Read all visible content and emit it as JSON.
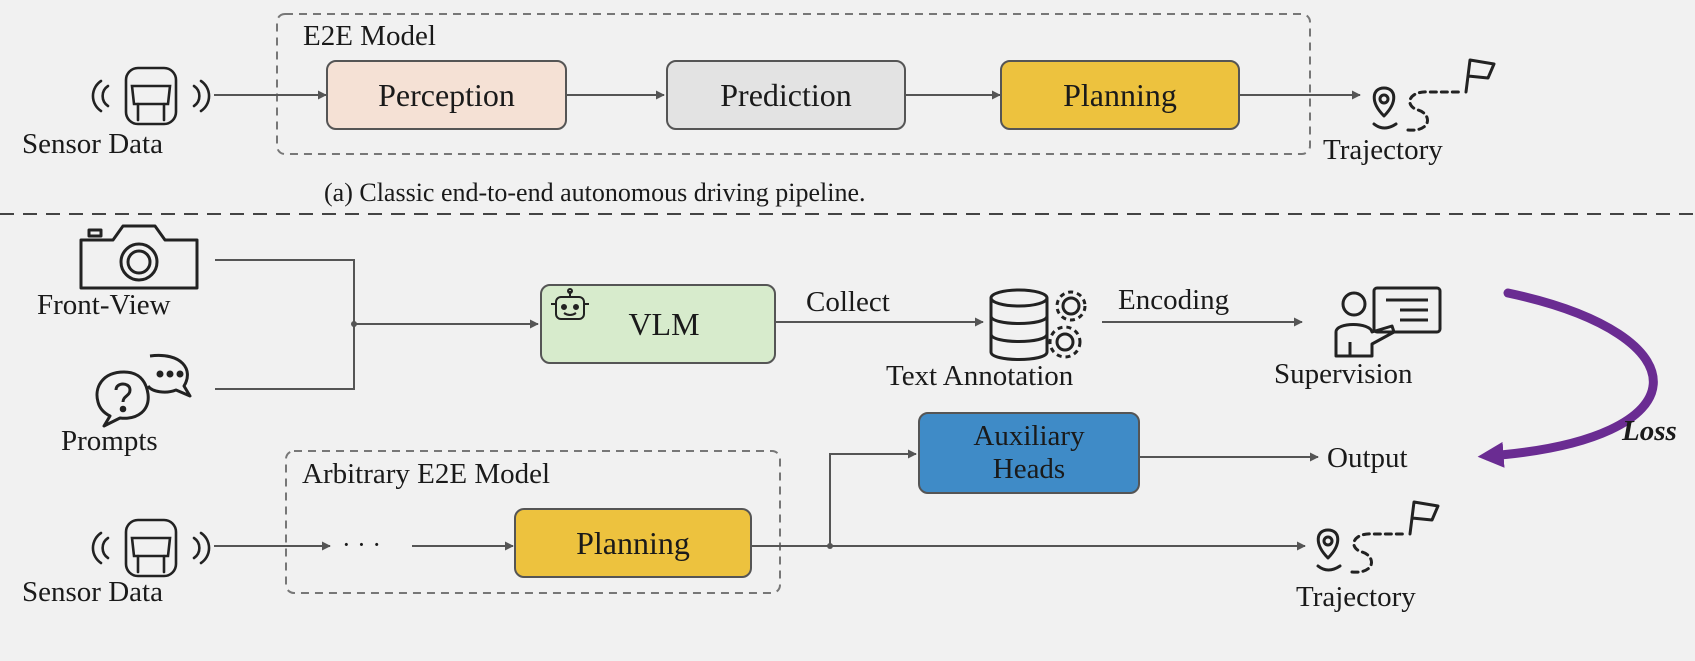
{
  "part_a": {
    "model_label": "E2E Model",
    "input_label": "Sensor Data",
    "output_label": "Trajectory",
    "stages": {
      "perception": "Perception",
      "prediction": "Prediction",
      "planning": "Planning"
    },
    "caption": "(a) Classic end-to-end autonomous driving pipeline."
  },
  "part_b": {
    "front_view_label": "Front-View",
    "prompts_label": "Prompts",
    "vlm_label": "VLM",
    "collect_label": "Collect",
    "text_annotation_label": "Text Annotation",
    "encoding_label": "Encoding",
    "supervision_label": "Supervision",
    "loss_label": "Loss",
    "aux_heads_label": "Auxiliary Heads",
    "output_label": "Output",
    "model_label": "Arbitrary E2E Model",
    "ellipsis": "· · ·",
    "planning_label": "Planning",
    "input_label": "Sensor Data",
    "trajectory_label": "Trajectory"
  },
  "colors": {
    "perception": "#f5e1d5",
    "prediction": "#e3e3e3",
    "planning": "#edc23e",
    "vlm": "#d7ebcc",
    "aux_heads": "#3f8bc7",
    "loss_arrow": "#6a2c92",
    "background": "#f1f1f1"
  },
  "icons": {
    "sensor": "car-sensor-icon",
    "trajectory": "route-flag-icon",
    "camera": "camera-icon",
    "prompts": "question-speech-bubble-icon",
    "robot": "robot-icon",
    "database": "database-gear-icon",
    "supervision": "teacher-board-icon"
  }
}
